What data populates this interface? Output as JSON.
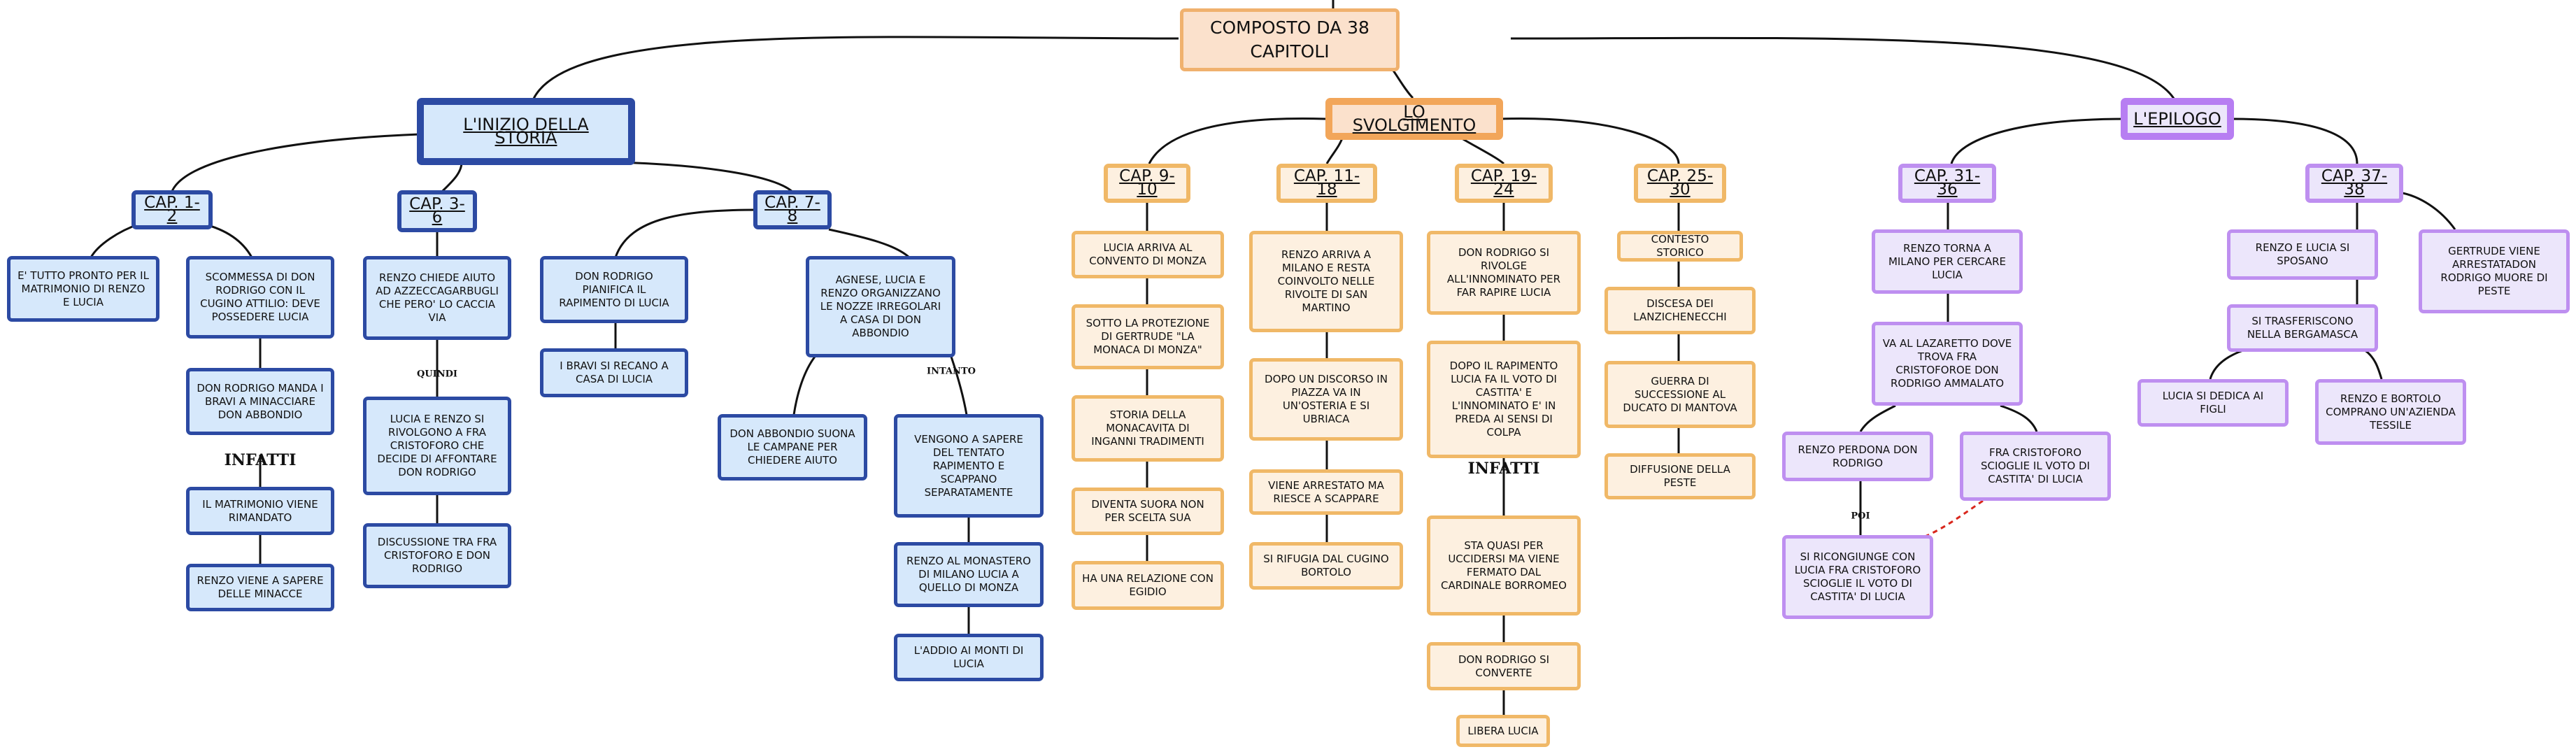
{
  "root": {
    "label": "COMPOSTO DA 38 CAPITOLI"
  },
  "sections": {
    "inizio": {
      "label": "L'INIZIO DELLA STORIA"
    },
    "svolgimento": {
      "label": "LO SVOLGIMENTO"
    },
    "epilogo": {
      "label": "L'EPILOGO"
    }
  },
  "chapters": {
    "c1": "CAP. 1-2",
    "c3": "CAP. 3-6",
    "c7": "CAP. 7-8",
    "c9": "CAP. 9-10",
    "c11": "CAP. 11-18",
    "c19": "CAP. 19-24",
    "c25": "CAP. 25-30",
    "c31": "CAP. 31-36",
    "c37": "CAP. 37-38"
  },
  "nodes": {
    "a1": "E' TUTTO PRONTO PER IL MATRIMONIO DI RENZO E LUCIA",
    "a2": "SCOMMESSA DI DON RODRIGO CON IL CUGINO ATTILIO: DEVE POSSEDERE LUCIA",
    "a3": "DON RODRIGO MANDA I BRAVI A MINACCIARE DON ABBONDIO",
    "a4": "IL MATRIMONIO VIENE RIMANDATO",
    "a5": "RENZO VIENE A SAPERE DELLE MINACCE",
    "b1": "RENZO CHIEDE AIUTO AD AZZECCAGARBUGLI CHE PERO' LO CACCIA VIA",
    "b2": "LUCIA E RENZO SI RIVOLGONO A FRA CRISTOFORO CHE DECIDE DI AFFONTARE DON RODRIGO",
    "b3": "DISCUSSIONE TRA FRA CRISTOFORO E DON RODRIGO",
    "c1": "DON RODRIGO PIANIFICA IL RAPIMENTO DI LUCIA",
    "c2": "I BRAVI SI RECANO A CASA DI LUCIA",
    "c3": "AGNESE, LUCIA E RENZO ORGANIZZANO LE NOZZE IRREGOLARI A CASA DI DON ABBONDIO",
    "c4": "DON ABBONDIO SUONA LE CAMPANE PER CHIEDERE AIUTO",
    "c5": "VENGONO A SAPERE DEL TENTATO RAPIMENTO E SCAPPANO SEPARATAMENTE",
    "c6": "RENZO AL MONASTERO DI MILANO LUCIA A QUELLO DI MONZA",
    "c7": "L'ADDIO AI MONTI DI LUCIA",
    "d1": "LUCIA ARRIVA AL CONVENTO DI MONZA",
    "d2": "SOTTO LA PROTEZIONE DI GERTRUDE \"LA MONACA DI MONZA\"",
    "d3": "STORIA DELLA MONACAVITA DI INGANNI TRADIMENTI",
    "d4": "DIVENTA SUORA NON PER SCELTA SUA",
    "d5": "HA UNA RELAZIONE CON EGIDIO",
    "e1": "RENZO ARRIVA A MILANO E RESTA COINVOLTO NELLE RIVOLTE DI SAN MARTINO",
    "e2": "DOPO UN DISCORSO IN PIAZZA VA IN UN'OSTERIA E SI UBRIACA",
    "e3": "VIENE ARRESTATO MA RIESCE A SCAPPARE",
    "e4": "SI RIFUGIA DAL CUGINO BORTOLO",
    "f1": "DON RODRIGO SI RIVOLGE ALL'INNOMINATO PER FAR RAPIRE LUCIA",
    "f2": "DOPO IL RAPIMENTO LUCIA FA IL VOTO DI CASTITA' E L'INNOMINATO E' IN PREDA AI SENSI DI COLPA",
    "f3": "STA QUASI PER UCCIDERSI MA VIENE FERMATO DAL CARDINALE BORROMEO",
    "f4": "DON RODRIGO SI CONVERTE",
    "f5": "LIBERA LUCIA",
    "g1": "CONTESTO STORICO",
    "g2": "DISCESA DEI LANZICHENECCHI",
    "g3": "GUERRA DI SUCCESSIONE AL DUCATO DI MANTOVA",
    "g4": "DIFFUSIONE DELLA PESTE",
    "h1": "RENZO TORNA A MILANO PER CERCARE LUCIA",
    "h2": "VA AL LAZARETTO DOVE TROVA FRA CRISTOFOROE DON RODRIGO AMMALATO",
    "h3": "RENZO PERDONA DON RODRIGO",
    "h4": "FRA CRISTOFORO SCIOGLIE IL VOTO DI CASTITA' DI LUCIA",
    "h5": "SI RICONGIUNGE CON LUCIA FRA CRISTOFORO SCIOGLIE IL VOTO DI CASTITA' DI LUCIA",
    "i1": "RENZO E LUCIA SI SPOSANO",
    "i2": "SI TRASFERISCONO NELLA BERGAMASCA",
    "i3": "LUCIA SI DEDICA AI FIGLI",
    "i4": "RENZO E BORTOLO COMPRANO UN'AZIENDA TESSILE",
    "i5": "GERTRUDE VIENE ARRESTATADON RODRIGO MUORE DI PESTE"
  },
  "connectors": {
    "infatti1": "INFATTI",
    "quindi": "QUINDI",
    "intanto": "INTANTO",
    "infatti2": "INFATTI",
    "poi": "POI"
  }
}
